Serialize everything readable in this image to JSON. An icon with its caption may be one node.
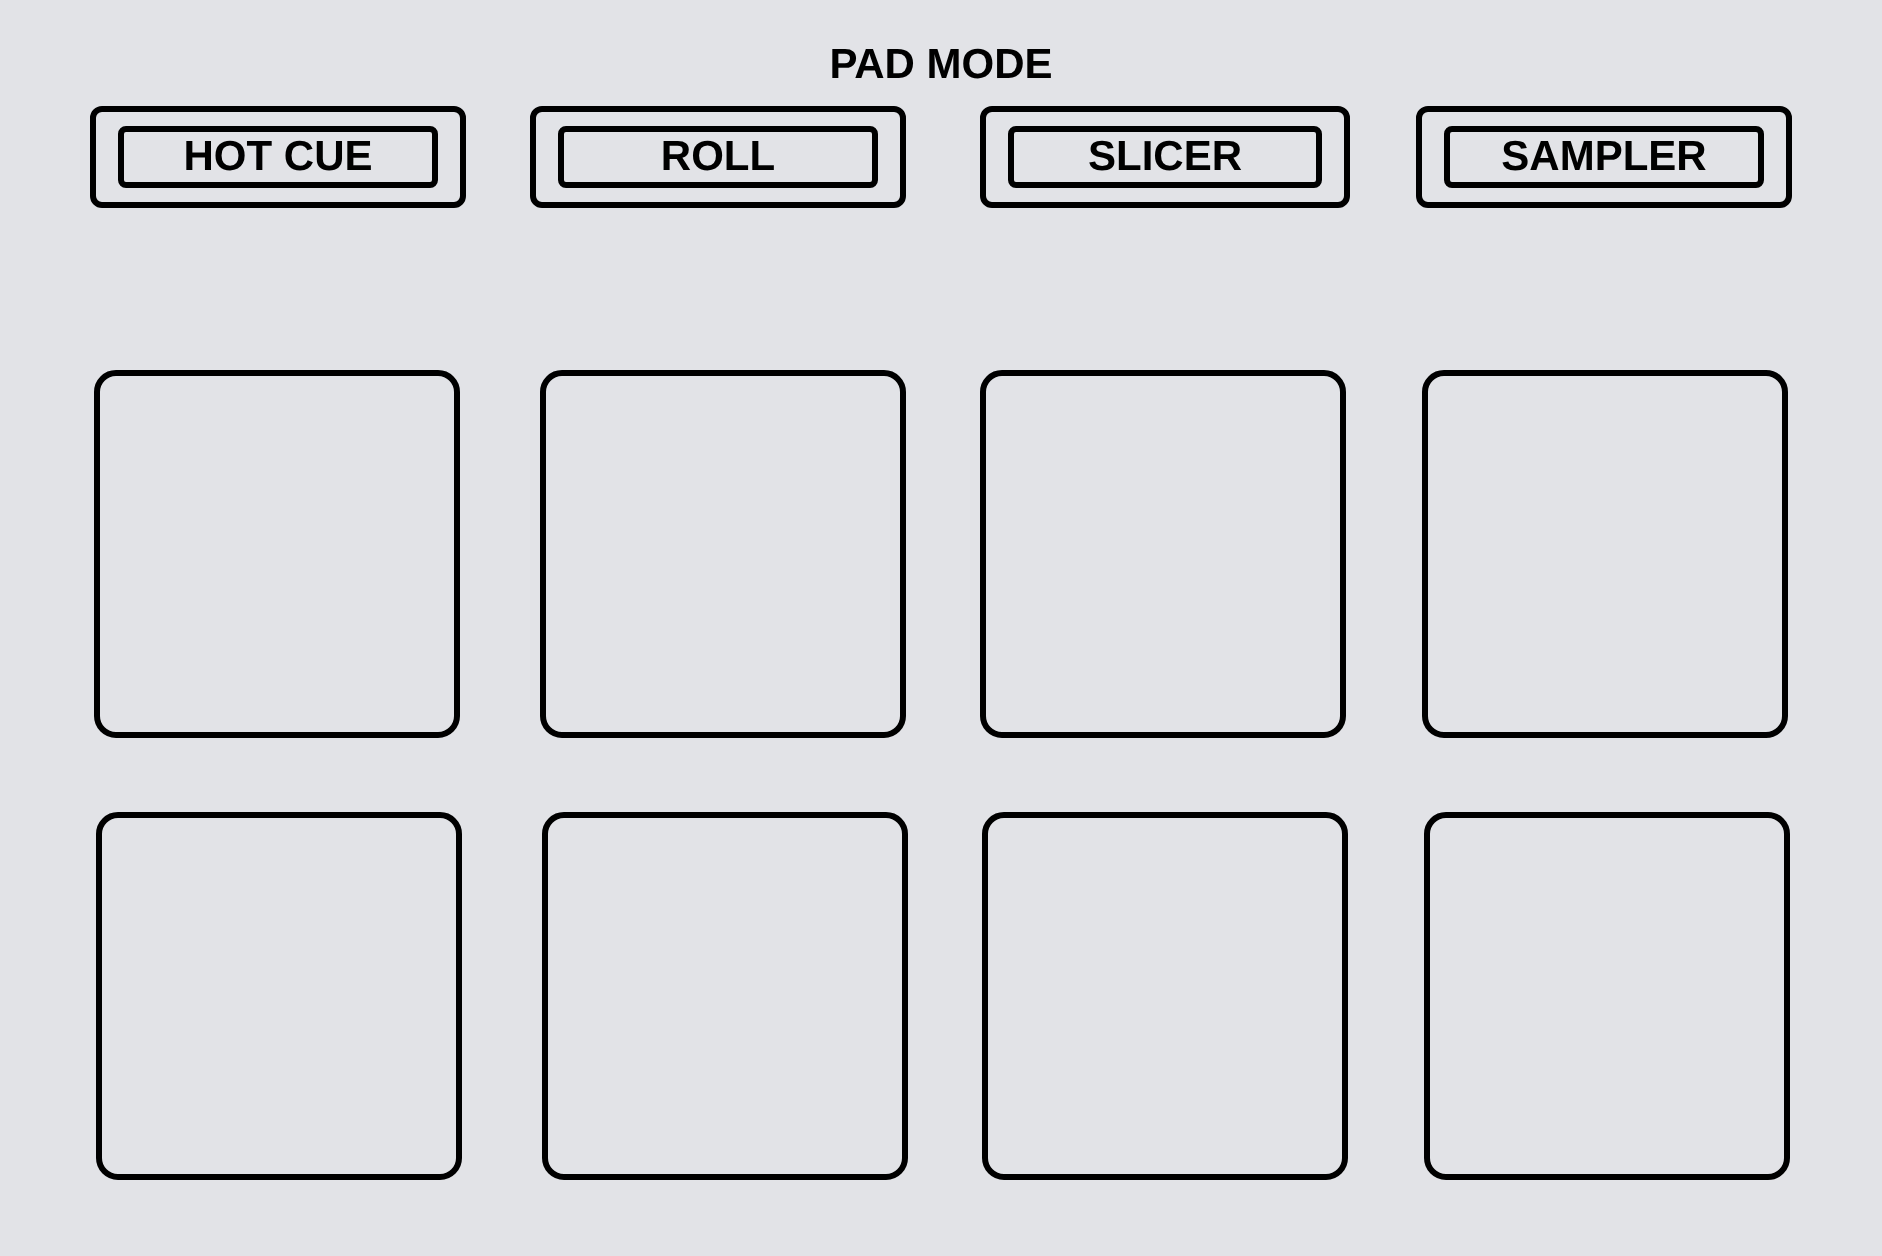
{
  "diagram": {
    "title": "PAD MODE",
    "nodes": [
      {
        "text": [
          "HOT CUE"
        ]
      },
      {
        "text": [
          "ROLL"
        ]
      },
      {
        "text": [
          "SLICER"
        ]
      },
      {
        "text": [
          "SAMPLER"
        ]
      },
      {
        "text": [],
        "shape": "box"
      },
      {
        "text": [],
        "shape": "box"
      },
      {
        "text": [],
        "shape": "box"
      },
      {
        "text": [],
        "shape": "box"
      },
      {
        "text": [],
        "shape": "box"
      },
      {
        "text": [],
        "shape": "box"
      },
      {
        "text": [],
        "shape": "box"
      },
      {
        "text": [],
        "shape": "box"
      }
    ]
  }
}
